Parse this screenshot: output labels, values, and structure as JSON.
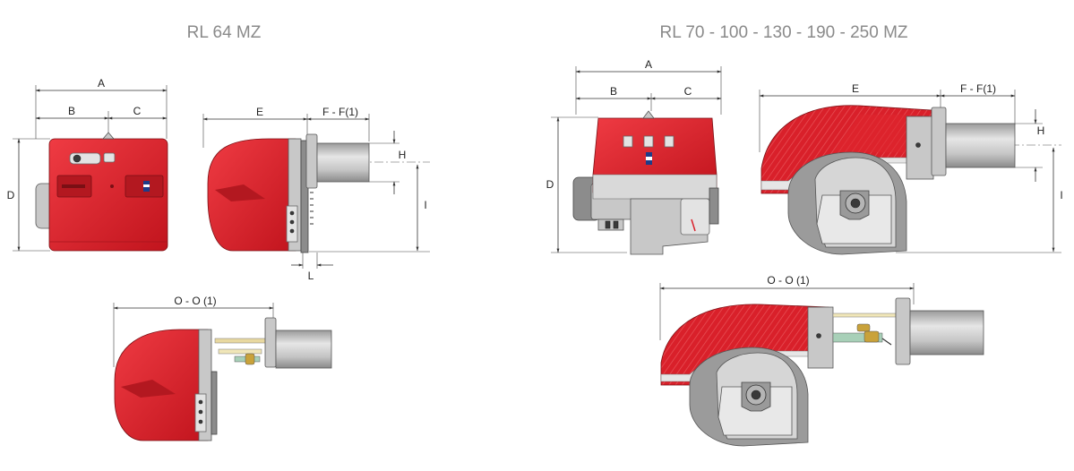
{
  "titles": {
    "left": "RL 64 MZ",
    "right": "RL 70 - 100 - 130 - 190 - 250 MZ"
  },
  "dimensions": {
    "A": "A",
    "B": "B",
    "C": "C",
    "D": "D",
    "E": "E",
    "F": "F - F(1)",
    "H": "H",
    "I": "I",
    "L": "L",
    "O": "O - O (1)"
  },
  "colors": {
    "burner_red": "#d9202a",
    "body_grey": "#c8c8c8",
    "title_grey": "#8a8a8a"
  }
}
